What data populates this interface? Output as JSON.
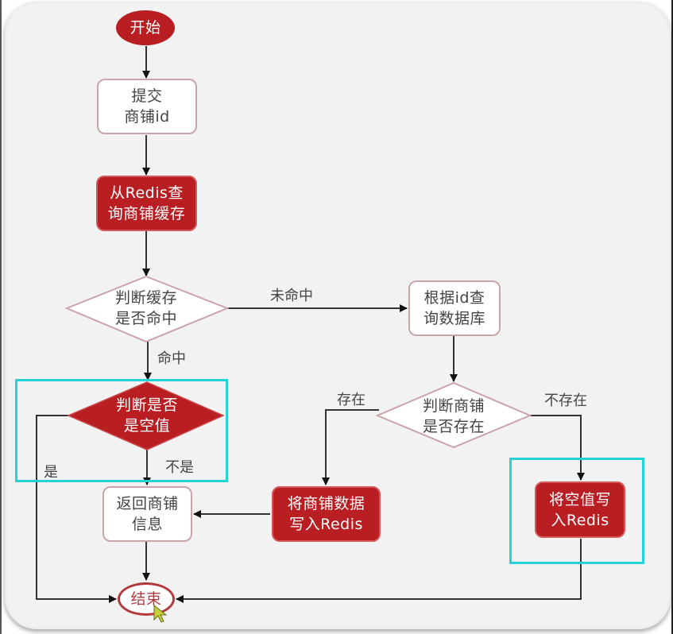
{
  "diagram": {
    "type": "flowchart",
    "nodes": {
      "start": "开始",
      "submit_id": "提交\n商铺id",
      "query_redis": "从Redis查\n询商铺缓存",
      "check_hit": "判断缓存\n是否命中",
      "query_db": "根据id查\n询数据库",
      "check_exists": "判断商铺\n是否存在",
      "check_null": "判断是否\n是空值",
      "return_shop": "返回商铺\n信息",
      "write_shop": "将商铺数据\n写入Redis",
      "write_null": "将空值写\n入Redis",
      "end": "结束"
    },
    "edge_labels": {
      "miss": "未命中",
      "hit": "命中",
      "exists": "存在",
      "not_exists": "不存在",
      "is_null": "是",
      "not_null": "不是"
    },
    "highlights": [
      "check_null",
      "write_null"
    ],
    "colors": {
      "accent_red": "#b81e22",
      "highlight": "#22d3d8",
      "background": "#f2f2f2"
    }
  }
}
